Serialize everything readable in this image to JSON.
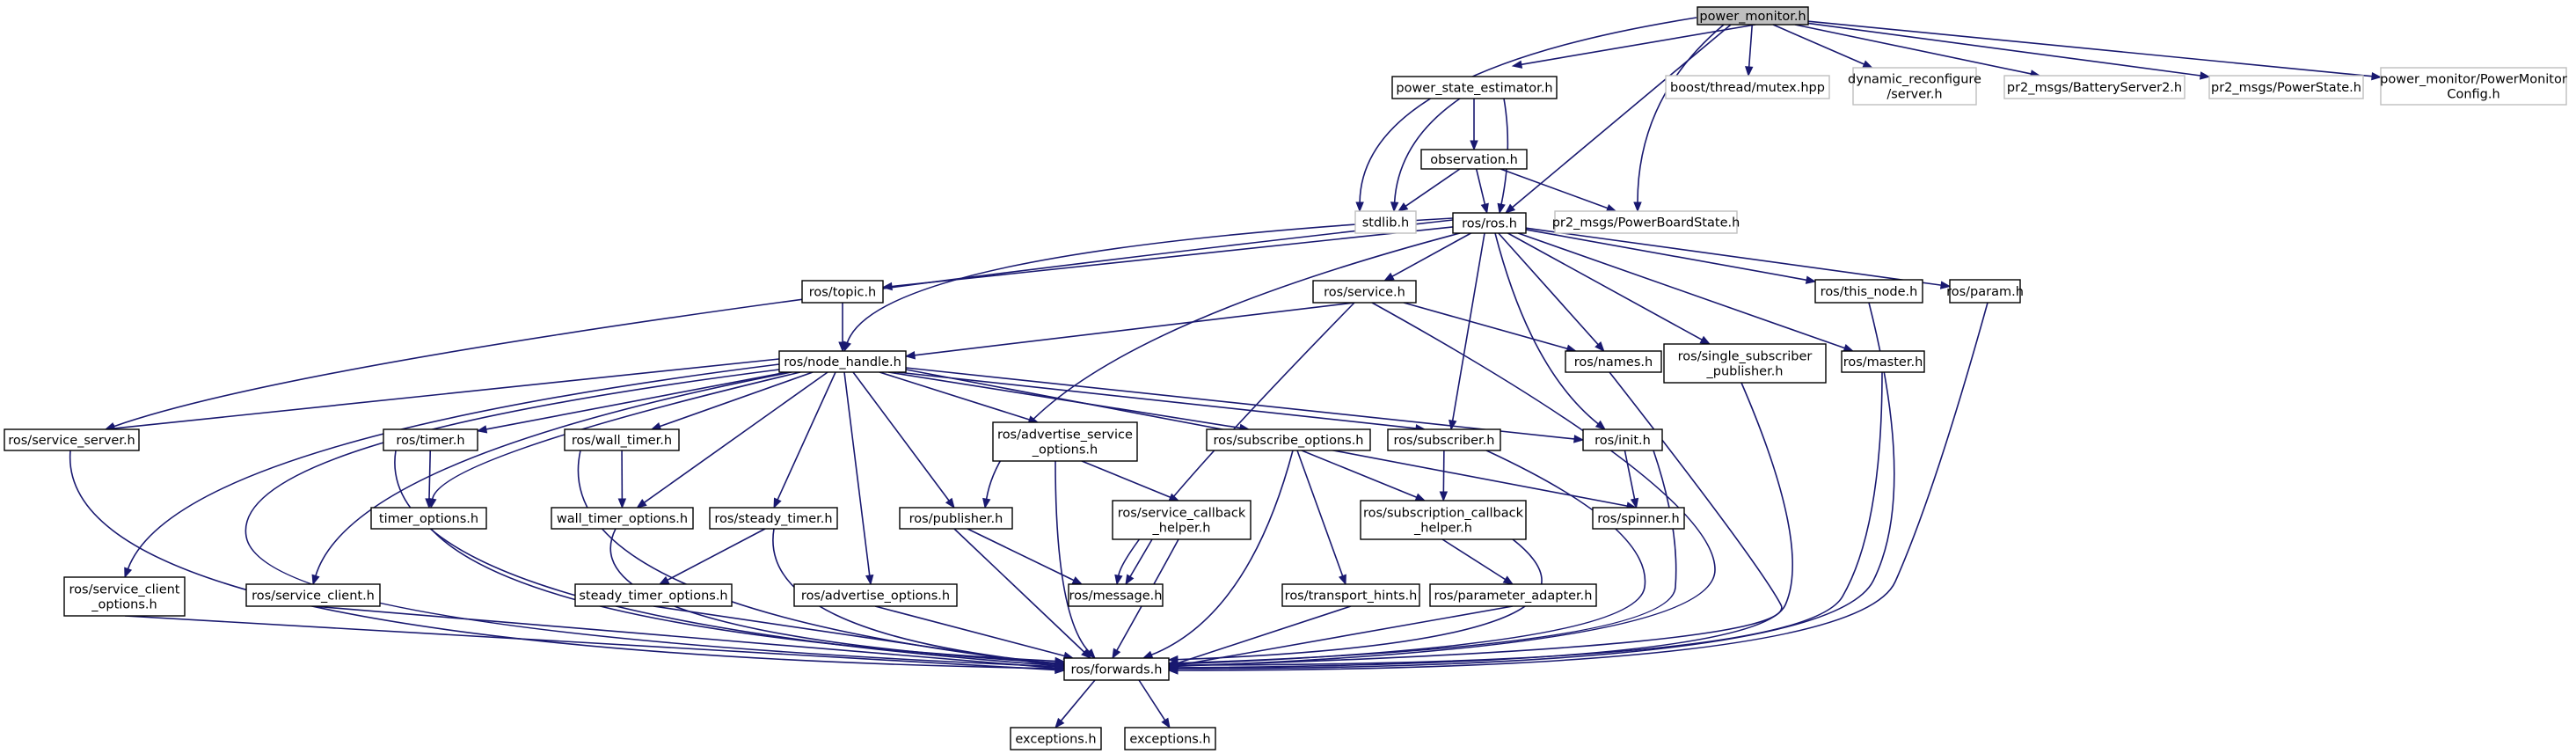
{
  "nodes": [
    {
      "id": "power_monitor",
      "label": [
        "power_monitor.h"
      ],
      "style": "root"
    },
    {
      "id": "power_state_estimator",
      "label": [
        "power_state_estimator.h"
      ],
      "style": "solid"
    },
    {
      "id": "boost_mutex",
      "label": [
        "boost/thread/mutex.hpp"
      ],
      "style": "external"
    },
    {
      "id": "dynamic_reconfigure",
      "label": [
        "dynamic_reconfigure",
        "/server.h"
      ],
      "style": "external"
    },
    {
      "id": "battery_server2",
      "label": [
        "pr2_msgs/BatteryServer2.h"
      ],
      "style": "external"
    },
    {
      "id": "power_state",
      "label": [
        "pr2_msgs/PowerState.h"
      ],
      "style": "external"
    },
    {
      "id": "power_monitor_config",
      "label": [
        "power_monitor/PowerMonitor",
        "Config.h"
      ],
      "style": "external"
    },
    {
      "id": "observation",
      "label": [
        "observation.h"
      ],
      "style": "solid"
    },
    {
      "id": "stdlib",
      "label": [
        "stdlib.h"
      ],
      "style": "external"
    },
    {
      "id": "ros_ros",
      "label": [
        "ros/ros.h"
      ],
      "style": "solid"
    },
    {
      "id": "power_board_state",
      "label": [
        "pr2_msgs/PowerBoardState.h"
      ],
      "style": "external"
    },
    {
      "id": "ros_topic",
      "label": [
        "ros/topic.h"
      ],
      "style": "solid"
    },
    {
      "id": "ros_service",
      "label": [
        "ros/service.h"
      ],
      "style": "solid"
    },
    {
      "id": "ros_this_node",
      "label": [
        "ros/this_node.h"
      ],
      "style": "solid"
    },
    {
      "id": "ros_param",
      "label": [
        "ros/param.h"
      ],
      "style": "solid"
    },
    {
      "id": "ros_node_handle",
      "label": [
        "ros/node_handle.h"
      ],
      "style": "solid"
    },
    {
      "id": "ros_names",
      "label": [
        "ros/names.h"
      ],
      "style": "solid"
    },
    {
      "id": "ros_single_subscriber_publisher",
      "label": [
        "ros/single_subscriber",
        "_publisher.h"
      ],
      "style": "solid"
    },
    {
      "id": "ros_master",
      "label": [
        "ros/master.h"
      ],
      "style": "solid"
    },
    {
      "id": "ros_service_server",
      "label": [
        "ros/service_server.h"
      ],
      "style": "solid"
    },
    {
      "id": "ros_timer",
      "label": [
        "ros/timer.h"
      ],
      "style": "solid"
    },
    {
      "id": "ros_wall_timer",
      "label": [
        "ros/wall_timer.h"
      ],
      "style": "solid"
    },
    {
      "id": "ros_advertise_service_options",
      "label": [
        "ros/advertise_service",
        "_options.h"
      ],
      "style": "solid"
    },
    {
      "id": "ros_subscribe_options",
      "label": [
        "ros/subscribe_options.h"
      ],
      "style": "solid"
    },
    {
      "id": "ros_subscriber",
      "label": [
        "ros/subscriber.h"
      ],
      "style": "solid"
    },
    {
      "id": "ros_init",
      "label": [
        "ros/init.h"
      ],
      "style": "solid"
    },
    {
      "id": "timer_options",
      "label": [
        "timer_options.h"
      ],
      "style": "solid"
    },
    {
      "id": "wall_timer_options",
      "label": [
        "wall_timer_options.h"
      ],
      "style": "solid"
    },
    {
      "id": "ros_steady_timer",
      "label": [
        "ros/steady_timer.h"
      ],
      "style": "solid"
    },
    {
      "id": "ros_publisher",
      "label": [
        "ros/publisher.h"
      ],
      "style": "solid"
    },
    {
      "id": "ros_service_callback_helper",
      "label": [
        "ros/service_callback",
        "_helper.h"
      ],
      "style": "solid"
    },
    {
      "id": "ros_subscription_callback_helper",
      "label": [
        "ros/subscription_callback",
        "_helper.h"
      ],
      "style": "solid"
    },
    {
      "id": "ros_spinner",
      "label": [
        "ros/spinner.h"
      ],
      "style": "solid"
    },
    {
      "id": "ros_service_client_options",
      "label": [
        "ros/service_client",
        "_options.h"
      ],
      "style": "solid"
    },
    {
      "id": "ros_service_client",
      "label": [
        "ros/service_client.h"
      ],
      "style": "solid"
    },
    {
      "id": "steady_timer_options",
      "label": [
        "steady_timer_options.h"
      ],
      "style": "solid"
    },
    {
      "id": "ros_advertise_options",
      "label": [
        "ros/advertise_options.h"
      ],
      "style": "solid"
    },
    {
      "id": "ros_message",
      "label": [
        "ros/message.h"
      ],
      "style": "solid"
    },
    {
      "id": "ros_transport_hints",
      "label": [
        "ros/transport_hints.h"
      ],
      "style": "solid"
    },
    {
      "id": "ros_parameter_adapter",
      "label": [
        "ros/parameter_adapter.h"
      ],
      "style": "solid"
    },
    {
      "id": "ros_forwards",
      "label": [
        "ros/forwards.h"
      ],
      "style": "solid"
    },
    {
      "id": "exceptions_1",
      "label": [
        "exceptions.h"
      ],
      "style": "solid"
    },
    {
      "id": "exceptions_2",
      "label": [
        "exceptions.h"
      ],
      "style": "solid"
    }
  ],
  "edges": [
    [
      "power_monitor",
      "power_state_estimator"
    ],
    [
      "power_monitor",
      "boost_mutex"
    ],
    [
      "power_monitor",
      "dynamic_reconfigure"
    ],
    [
      "power_monitor",
      "battery_server2"
    ],
    [
      "power_monitor",
      "power_state"
    ],
    [
      "power_monitor",
      "power_monitor_config"
    ],
    [
      "power_monitor",
      "stdlib"
    ],
    [
      "power_monitor",
      "ros_ros"
    ],
    [
      "power_monitor",
      "power_board_state"
    ],
    [
      "power_state_estimator",
      "observation"
    ],
    [
      "power_state_estimator",
      "stdlib"
    ],
    [
      "power_state_estimator",
      "ros_ros"
    ],
    [
      "observation",
      "stdlib"
    ],
    [
      "observation",
      "ros_ros"
    ],
    [
      "observation",
      "power_board_state"
    ],
    [
      "ros_ros",
      "ros_topic"
    ],
    [
      "ros_ros",
      "ros_service"
    ],
    [
      "ros_ros",
      "ros_this_node"
    ],
    [
      "ros_ros",
      "ros_param"
    ],
    [
      "ros_ros",
      "ros_node_handle"
    ],
    [
      "ros_ros",
      "ros_names"
    ],
    [
      "ros_ros",
      "ros_single_subscriber_publisher"
    ],
    [
      "ros_ros",
      "ros_master"
    ],
    [
      "ros_ros",
      "ros_service_server"
    ],
    [
      "ros_ros",
      "ros_subscriber"
    ],
    [
      "ros_ros",
      "ros_init"
    ],
    [
      "ros_ros",
      "ros_publisher"
    ],
    [
      "ros_topic",
      "ros_node_handle"
    ],
    [
      "ros_service",
      "ros_node_handle"
    ],
    [
      "ros_service",
      "ros_names"
    ],
    [
      "ros_service",
      "ros_message"
    ],
    [
      "ros_service",
      "ros_forwards"
    ],
    [
      "ros_this_node",
      "ros_forwards"
    ],
    [
      "ros_param",
      "ros_forwards"
    ],
    [
      "ros_names",
      "ros_forwards"
    ],
    [
      "ros_single_subscriber_publisher",
      "ros_forwards"
    ],
    [
      "ros_master",
      "ros_forwards"
    ],
    [
      "ros_node_handle",
      "ros_service_server"
    ],
    [
      "ros_node_handle",
      "ros_service_client_options"
    ],
    [
      "ros_node_handle",
      "ros_service_client"
    ],
    [
      "ros_node_handle",
      "ros_timer"
    ],
    [
      "ros_node_handle",
      "timer_options"
    ],
    [
      "ros_node_handle",
      "ros_wall_timer"
    ],
    [
      "ros_node_handle",
      "wall_timer_options"
    ],
    [
      "ros_node_handle",
      "ros_steady_timer"
    ],
    [
      "ros_node_handle",
      "ros_advertise_options"
    ],
    [
      "ros_node_handle",
      "ros_publisher"
    ],
    [
      "ros_node_handle",
      "ros_advertise_service_options"
    ],
    [
      "ros_node_handle",
      "ros_subscribe_options"
    ],
    [
      "ros_node_handle",
      "ros_subscriber"
    ],
    [
      "ros_node_handle",
      "ros_init"
    ],
    [
      "ros_node_handle",
      "ros_spinner"
    ],
    [
      "ros_node_handle",
      "ros_forwards"
    ],
    [
      "ros_service_server",
      "ros_forwards"
    ],
    [
      "ros_timer",
      "timer_options"
    ],
    [
      "ros_timer",
      "ros_forwards"
    ],
    [
      "ros_wall_timer",
      "wall_timer_options"
    ],
    [
      "ros_wall_timer",
      "ros_forwards"
    ],
    [
      "ros_advertise_service_options",
      "ros_service_callback_helper"
    ],
    [
      "ros_advertise_service_options",
      "ros_forwards"
    ],
    [
      "ros_subscribe_options",
      "ros_subscription_callback_helper"
    ],
    [
      "ros_subscribe_options",
      "ros_transport_hints"
    ],
    [
      "ros_subscribe_options",
      "ros_forwards"
    ],
    [
      "ros_subscriber",
      "ros_subscription_callback_helper"
    ],
    [
      "ros_subscriber",
      "ros_forwards"
    ],
    [
      "ros_init",
      "ros_spinner"
    ],
    [
      "ros_init",
      "ros_forwards"
    ],
    [
      "timer_options",
      "ros_forwards"
    ],
    [
      "wall_timer_options",
      "ros_forwards"
    ],
    [
      "ros_steady_timer",
      "steady_timer_options"
    ],
    [
      "ros_steady_timer",
      "ros_forwards"
    ],
    [
      "ros_publisher",
      "ros_message"
    ],
    [
      "ros_publisher",
      "ros_forwards"
    ],
    [
      "ros_service_callback_helper",
      "ros_message"
    ],
    [
      "ros_service_callback_helper",
      "ros_forwards"
    ],
    [
      "ros_subscription_callback_helper",
      "ros_parameter_adapter"
    ],
    [
      "ros_subscription_callback_helper",
      "ros_forwards"
    ],
    [
      "ros_service_client_options",
      "ros_forwards"
    ],
    [
      "ros_service_client",
      "ros_forwards"
    ],
    [
      "steady_timer_options",
      "ros_forwards"
    ],
    [
      "ros_advertise_options",
      "ros_forwards"
    ],
    [
      "ros_transport_hints",
      "ros_forwards"
    ],
    [
      "ros_parameter_adapter",
      "ros_forwards"
    ],
    [
      "ros_forwards",
      "exceptions_1"
    ],
    [
      "ros_forwards",
      "exceptions_2"
    ]
  ]
}
